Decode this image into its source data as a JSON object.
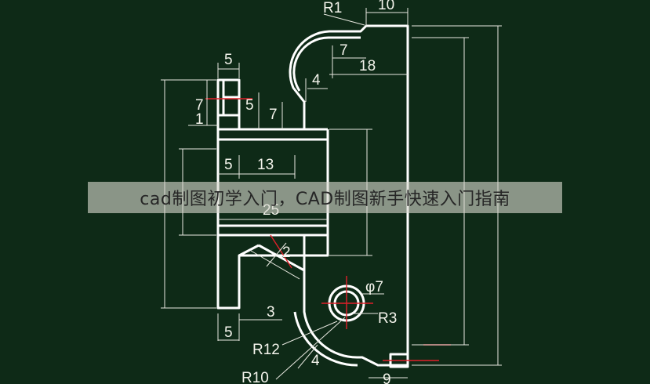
{
  "caption": "cad制图初学入门，CAD制图新手快速入门指南",
  "labels": {
    "r1": "R1",
    "top_10": "10",
    "top_7": "7",
    "top_18": "18",
    "top_4": "4",
    "left_5": "5",
    "left_7a": "7",
    "left_1": "1",
    "mid_5": "5",
    "mid_7": "7",
    "body_5": "5",
    "body_13": "13",
    "body_25": "25",
    "diag_2": "2",
    "phi7": "φ7",
    "r3": "R3",
    "bot_3": "3",
    "bot_5": "5",
    "r12": "R12",
    "r10": "R10",
    "bot_4": "4",
    "bot_9": "9"
  },
  "colors": {
    "background": "#0e2a17",
    "outline": "#ffffff",
    "dimension": "#e8e8e0",
    "center_line": "#e0202a"
  }
}
